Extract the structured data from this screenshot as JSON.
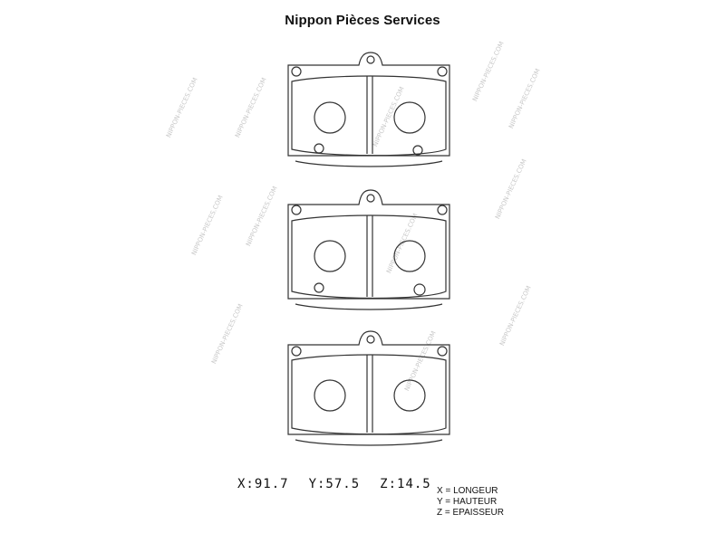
{
  "header": {
    "title": "Nippon Pièces Services"
  },
  "dimensions": {
    "x": "X:91.7",
    "y": "Y:57.5",
    "z": "Z:14.5"
  },
  "legend": {
    "x": "X = LONGEUR",
    "y": "Y = HAUTEUR",
    "z": "Z = EPAISSEUR"
  },
  "watermark": {
    "text": "NIPPON-PIECES.COM"
  },
  "colors": {
    "line": "#333333",
    "watermark": "#c8c8c8"
  }
}
